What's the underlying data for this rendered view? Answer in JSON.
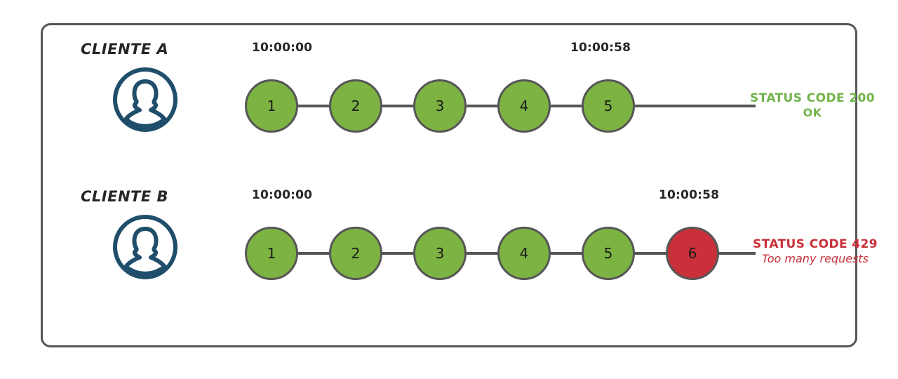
{
  "frame": {
    "border_color": "#565656"
  },
  "palette": {
    "node_green": "#7CB342",
    "node_red": "#C9303A",
    "node_stroke": "#565656",
    "avatar_blue": "#1F4E6B",
    "status_ok_green": "#72B44A",
    "status_error_red": "#C9303A",
    "text_dark": "#262626"
  },
  "rows": [
    {
      "id": "client-a",
      "label": "CLIENTE A",
      "avatar_icon": "user-avatar-icon",
      "timestamp_start": "10:00:00",
      "timestamp_end": "10:00:58",
      "nodes": [
        {
          "number": "1",
          "state": "ok"
        },
        {
          "number": "2",
          "state": "ok"
        },
        {
          "number": "3",
          "state": "ok"
        },
        {
          "number": "4",
          "state": "ok"
        },
        {
          "number": "5",
          "state": "ok"
        }
      ],
      "status": {
        "line1": "STATUS CODE 200",
        "line2": "OK",
        "color": "#72B44A"
      }
    },
    {
      "id": "client-b",
      "label": "CLIENTE B",
      "avatar_icon": "user-avatar-icon",
      "timestamp_start": "10:00:00",
      "timestamp_end": "10:00:58",
      "nodes": [
        {
          "number": "1",
          "state": "ok"
        },
        {
          "number": "2",
          "state": "ok"
        },
        {
          "number": "3",
          "state": "ok"
        },
        {
          "number": "4",
          "state": "ok"
        },
        {
          "number": "5",
          "state": "ok"
        },
        {
          "number": "6",
          "state": "error"
        }
      ],
      "status": {
        "line1": "STATUS CODE 429",
        "line2": "Too many requests",
        "color": "#C9303A"
      }
    }
  ]
}
